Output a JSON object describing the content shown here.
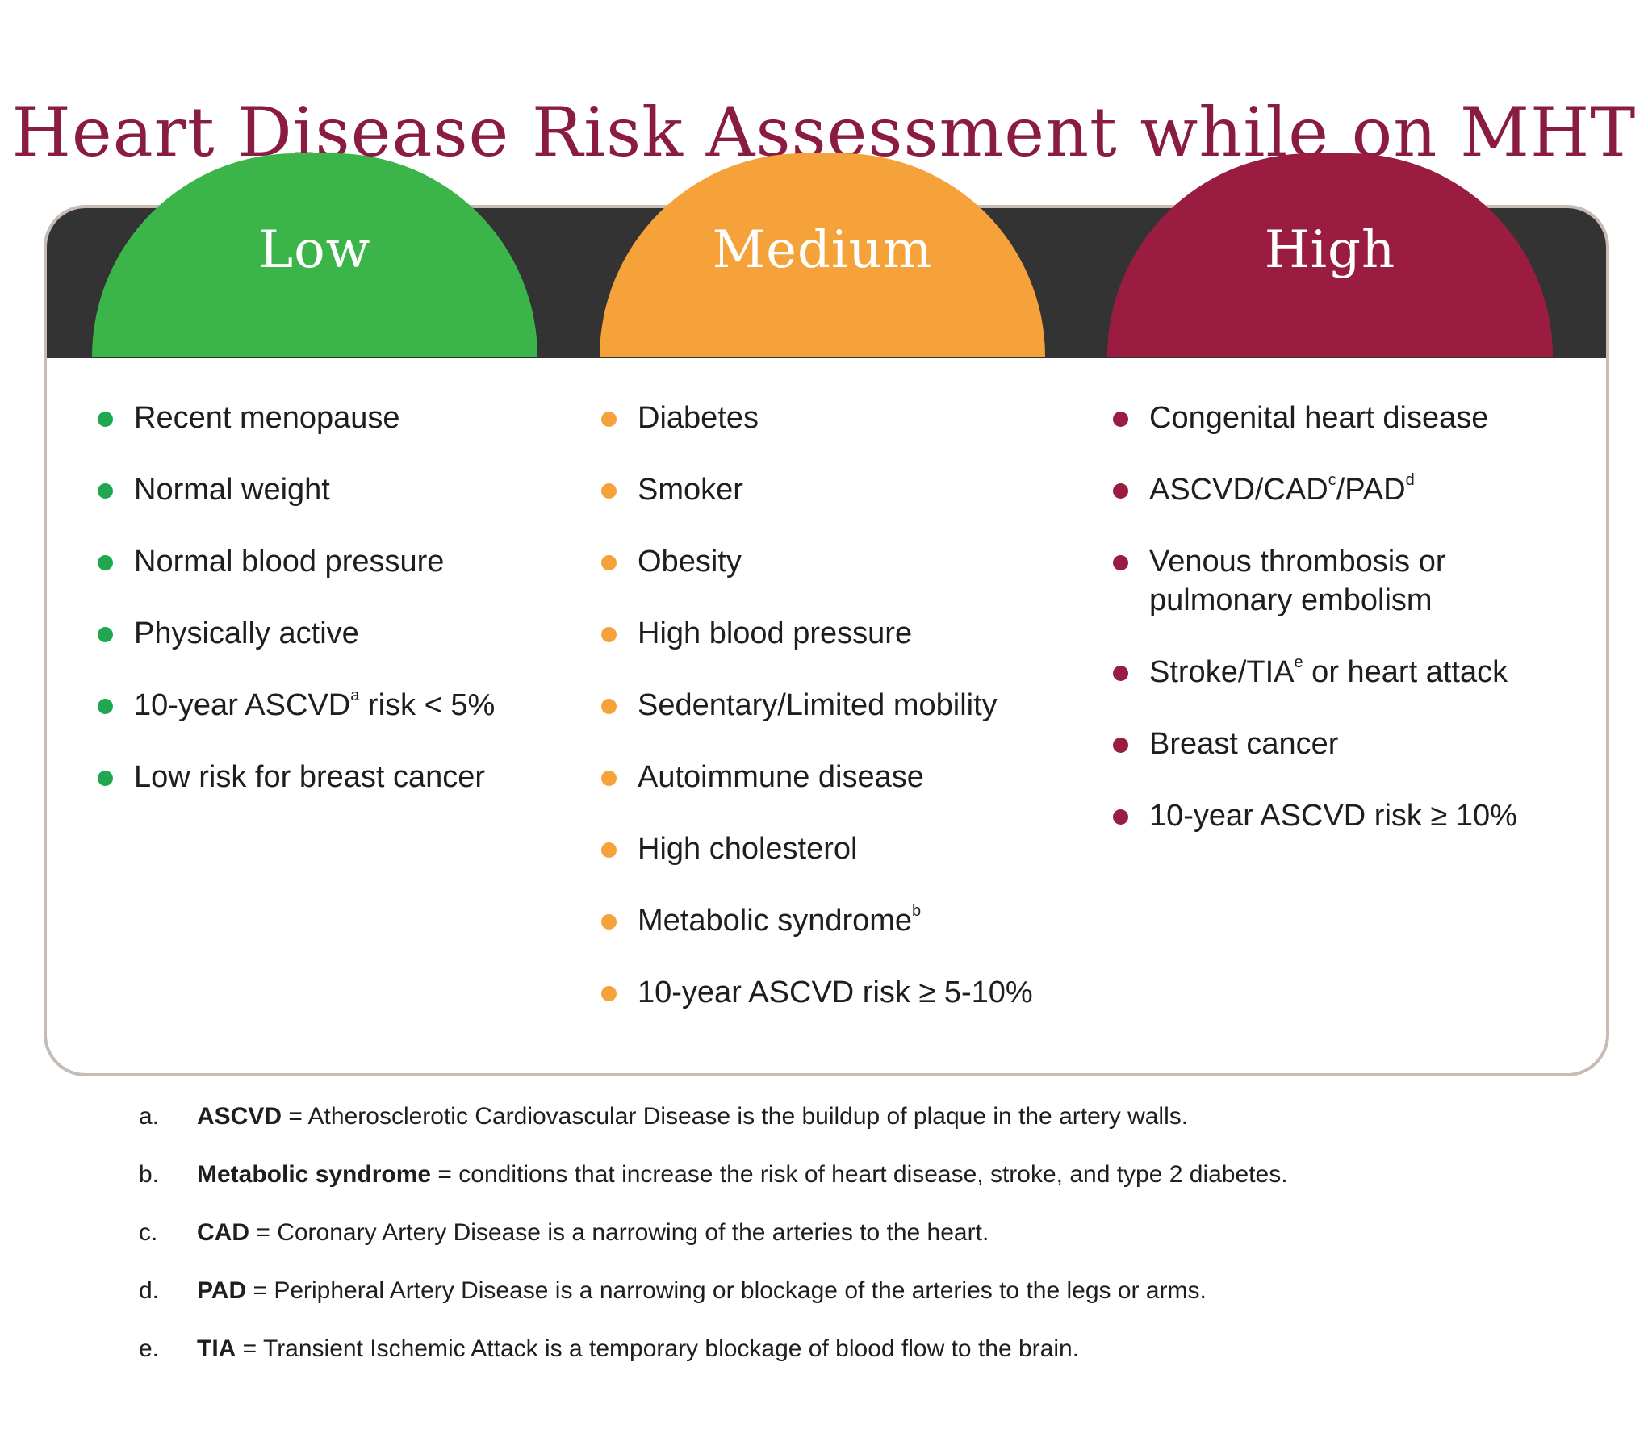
{
  "title": "Heart Disease Risk Assessment while on MHT",
  "colors": {
    "title": "#8a1b43",
    "low": "#3bb54a",
    "medium": "#f5a23a",
    "high": "#9a1c41",
    "header_bar": "#333333",
    "panel_border": "#c7bbb6"
  },
  "columns": {
    "low": {
      "label": "Low",
      "items": [
        {
          "text": "Recent menopause",
          "sup": "",
          "after": ""
        },
        {
          "text": "Normal weight",
          "sup": "",
          "after": ""
        },
        {
          "text": "Normal blood pressure",
          "sup": "",
          "after": ""
        },
        {
          "text": "Physically active",
          "sup": "",
          "after": ""
        },
        {
          "text": "10-year ASCVD",
          "sup": "a",
          "after": " risk < 5%"
        },
        {
          "text": "Low risk for breast cancer",
          "sup": "",
          "after": ""
        }
      ]
    },
    "medium": {
      "label": "Medium",
      "items": [
        {
          "text": "Diabetes",
          "sup": "",
          "after": ""
        },
        {
          "text": "Smoker",
          "sup": "",
          "after": ""
        },
        {
          "text": "Obesity",
          "sup": "",
          "after": ""
        },
        {
          "text": "High blood pressure",
          "sup": "",
          "after": ""
        },
        {
          "text": "Sedentary/Limited mobility",
          "sup": "",
          "after": ""
        },
        {
          "text": "Autoimmune disease",
          "sup": "",
          "after": ""
        },
        {
          "text": "High cholesterol",
          "sup": "",
          "after": ""
        },
        {
          "text": "Metabolic syndrome",
          "sup": "b",
          "after": ""
        },
        {
          "text": "10-year ASCVD risk ≥ 5-10%",
          "sup": "",
          "after": ""
        }
      ]
    },
    "high": {
      "label": "High",
      "items": [
        {
          "text": "Congenital heart disease",
          "sup": "",
          "after": ""
        },
        {
          "text": "ASCVD/CAD",
          "sup": "c",
          "after": "/PAD",
          "sup2": "d"
        },
        {
          "text": "Venous thrombosis or pulmonary embolism",
          "sup": "",
          "after": ""
        },
        {
          "text": "Stroke/TIA",
          "sup": "e",
          "after": " or heart attack"
        },
        {
          "text": "Breast cancer",
          "sup": "",
          "after": ""
        },
        {
          "text": "10-year ASCVD risk ≥ 10%",
          "sup": "",
          "after": ""
        }
      ]
    }
  },
  "footnotes": [
    {
      "letter": "a.",
      "term": "ASCVD",
      "definition": " = Atherosclerotic Cardiovascular Disease is the buildup of plaque in the artery walls."
    },
    {
      "letter": "b.",
      "term": "Metabolic syndrome",
      "definition": " = conditions that increase the risk of heart disease, stroke, and type 2 diabetes."
    },
    {
      "letter": "c.",
      "term": "CAD",
      "definition": " = Coronary Artery Disease is a narrowing of the arteries to the heart."
    },
    {
      "letter": "d.",
      "term": "PAD",
      "definition": " = Peripheral Artery Disease is a narrowing or blockage of the arteries to the legs or arms."
    },
    {
      "letter": "e.",
      "term": "TIA",
      "definition": " = Transient Ischemic Attack is a temporary blockage of blood flow to the brain."
    }
  ]
}
